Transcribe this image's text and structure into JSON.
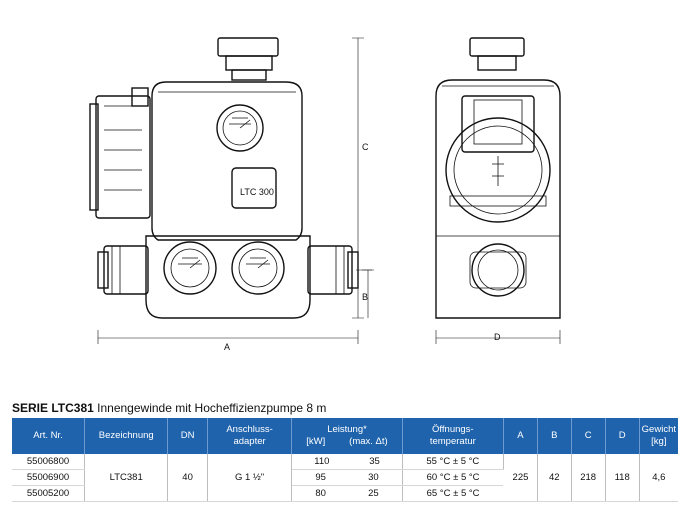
{
  "drawing": {
    "front_gauge_label": "LTC 300",
    "dim_labels": {
      "a": "A",
      "b": "B",
      "c": "C",
      "d": "D"
    }
  },
  "series": {
    "code": "SERIE LTC381",
    "description": "Innengewinde mit Hocheffizienzpumpe 8 m"
  },
  "table": {
    "headers": {
      "art_nr": "Art. Nr.",
      "bezeichnung": "Bezeichnung",
      "dn": "DN",
      "anschluss_1": "Anschluss-",
      "anschluss_2": "adapter",
      "leistung_1": "Leistung*",
      "leistung_kw": "[kW]",
      "leistung_dt": "(max. Δt)",
      "oeffnung_1": "Öffnungs-",
      "oeffnung_2": "temperatur",
      "a": "A",
      "b": "B",
      "c": "C",
      "d": "D",
      "gewicht_1": "Gewicht",
      "gewicht_2": "[kg]"
    },
    "rows": [
      {
        "art_nr": "55006800",
        "kw": "110",
        "dt": "35",
        "temp": "55 °C ± 5 °C"
      },
      {
        "art_nr": "55006900",
        "kw": "95",
        "dt": "30",
        "temp": "60 °C ± 5 °C"
      },
      {
        "art_nr": "55005200",
        "kw": "80",
        "dt": "25",
        "temp": "65 °C ± 5 °C"
      }
    ],
    "shared": {
      "bezeichnung": "LTC381",
      "dn": "40",
      "anschluss": "G 1 ½\"",
      "a": "225",
      "b": "42",
      "c": "218",
      "d": "118",
      "gewicht": "4,6"
    }
  }
}
